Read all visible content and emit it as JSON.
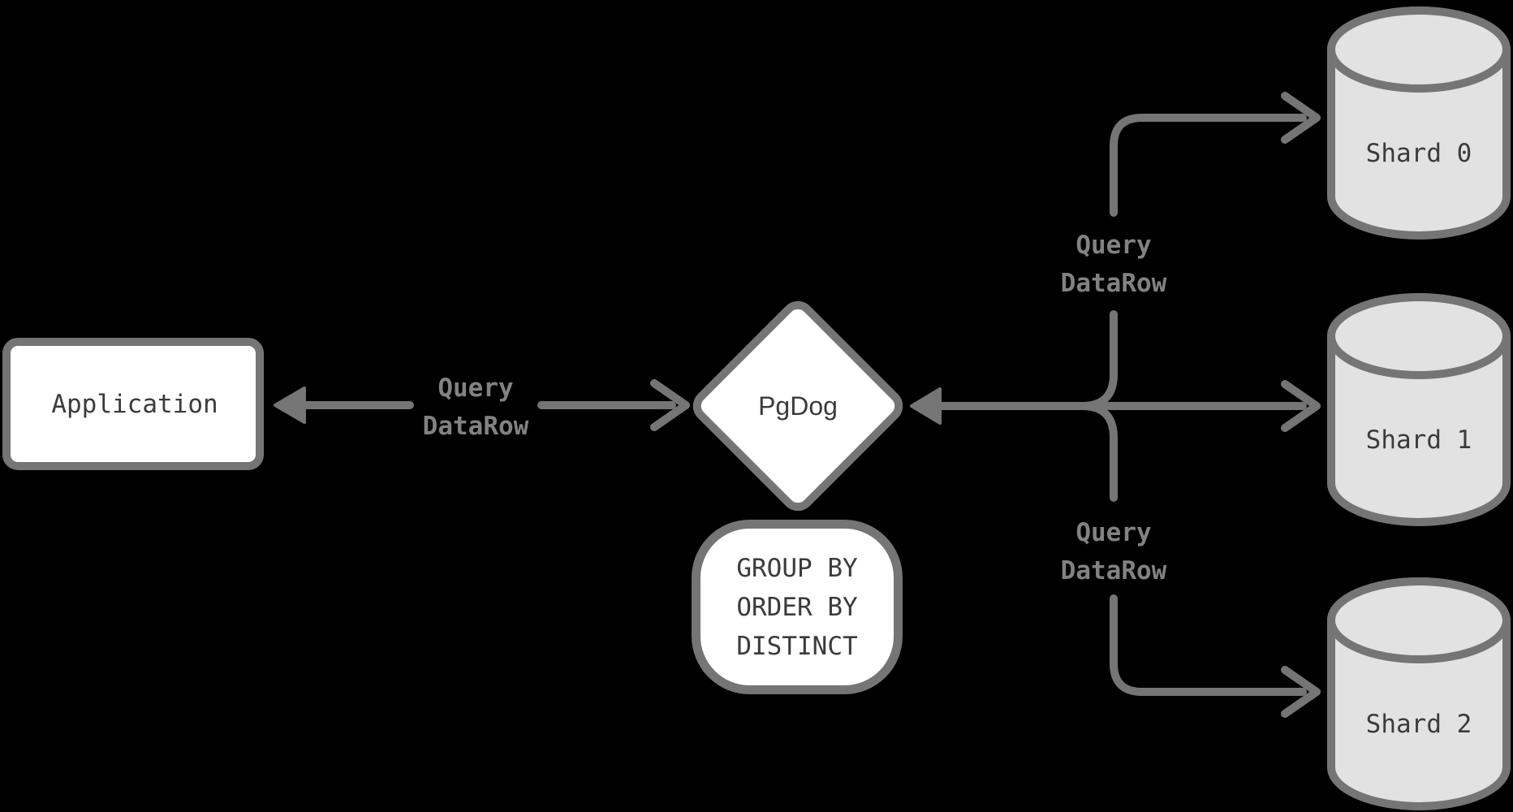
{
  "diagram": {
    "type": "sharding-architecture-flow",
    "nodes": {
      "application": {
        "label": "Application",
        "shape": "rectangle"
      },
      "pgdog": {
        "label": "PgDog",
        "shape": "diamond"
      },
      "aggregate_ops": {
        "shape": "rounded-box",
        "line1": "GROUP BY",
        "line2": "ORDER BY",
        "line3": "DISTINCT"
      },
      "shard0": {
        "label": "Shard 0",
        "shape": "database-cylinder"
      },
      "shard1": {
        "label": "Shard 1",
        "shape": "database-cylinder"
      },
      "shard2": {
        "label": "Shard 2",
        "shape": "database-cylinder"
      }
    },
    "edge_labels": {
      "app_pgdog": {
        "line1": "Query",
        "line2": "DataRow"
      },
      "pgdog_shard0": {
        "line1": "Query",
        "line2": "DataRow"
      },
      "pgdog_shard2": {
        "line1": "Query",
        "line2": "DataRow"
      }
    },
    "colors": {
      "background": "#000000",
      "line": "#757575",
      "edge_label_text": "#828282",
      "node_text": "#3b3b3b",
      "node_fill": "#ffffff",
      "cylinder_fill": "#e2e2e2"
    }
  }
}
